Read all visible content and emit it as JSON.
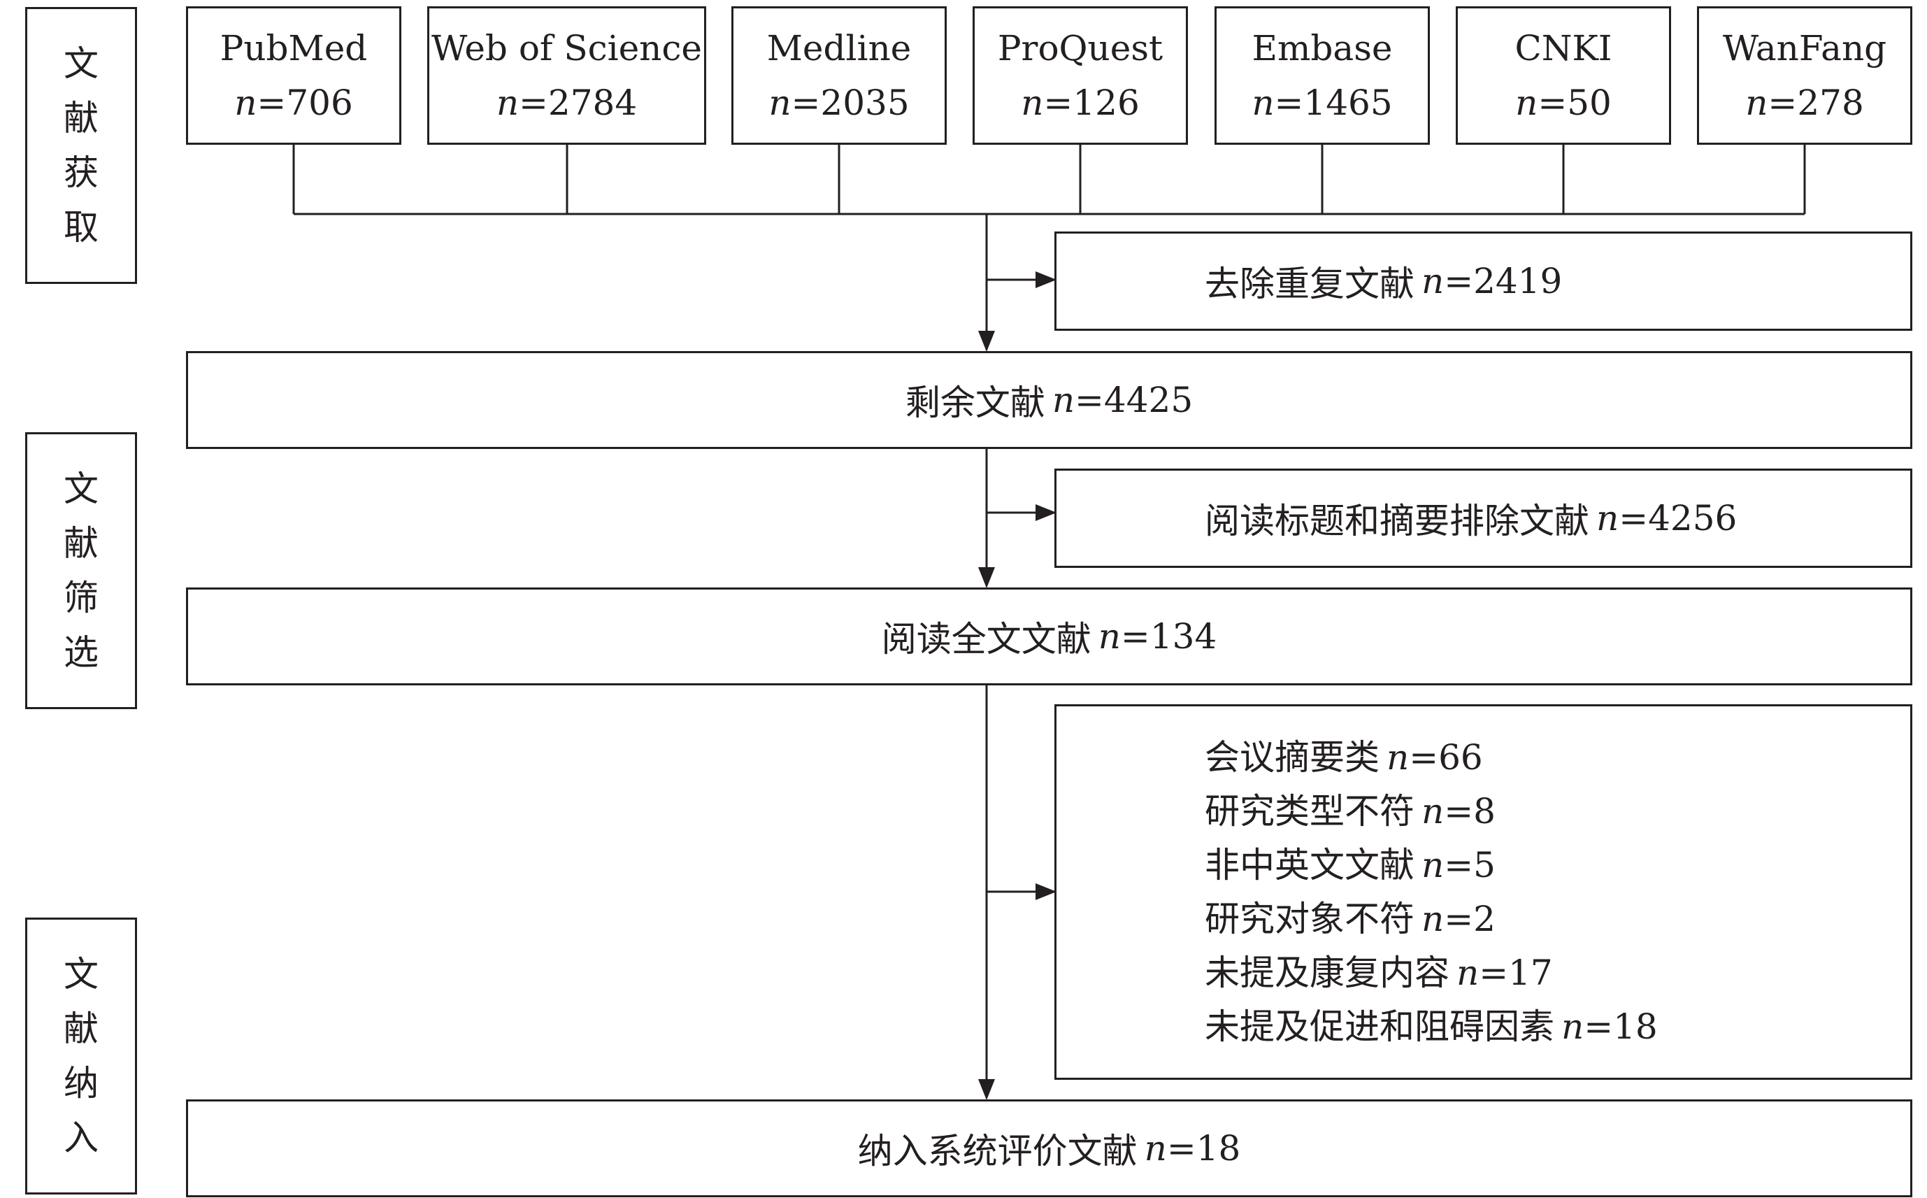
{
  "stages": [
    {
      "id": "acquisition",
      "label": "文献获取"
    },
    {
      "id": "screening",
      "label": "文献筛选"
    },
    {
      "id": "inclusion",
      "label": "文献纳入"
    }
  ],
  "n_symbol": "n",
  "sources": [
    {
      "name": "PubMed",
      "count": "=706"
    },
    {
      "name": "Web of Science",
      "count": "=2784"
    },
    {
      "name": "Medline",
      "count": "=2035"
    },
    {
      "name": "ProQuest",
      "count": "=126"
    },
    {
      "name": "Embase",
      "count": "=1465"
    },
    {
      "name": "CNKI",
      "count": "=50"
    },
    {
      "name": "WanFang",
      "count": "=278"
    }
  ],
  "duplicates_removed": {
    "label": "去除重复文献",
    "count": "=2419"
  },
  "remaining": {
    "label": "剩余文献",
    "count": "=4425"
  },
  "title_abstract_excluded": {
    "label": "阅读标题和摘要排除文献",
    "count": "=4256"
  },
  "full_text": {
    "label": "阅读全文文献",
    "count": "=134"
  },
  "fulltext_exclusions": [
    {
      "label": "会议摘要类",
      "count": "=66"
    },
    {
      "label": "研究类型不符",
      "count": "=8"
    },
    {
      "label": "非中英文文献",
      "count": "=5"
    },
    {
      "label": "研究对象不符",
      "count": "=2"
    },
    {
      "label": "未提及康复内容",
      "count": "=17"
    },
    {
      "label": "未提及促进和阻碍因素",
      "count": "=18"
    }
  ],
  "included": {
    "label": "纳入系统评价文献",
    "count": "=18"
  }
}
